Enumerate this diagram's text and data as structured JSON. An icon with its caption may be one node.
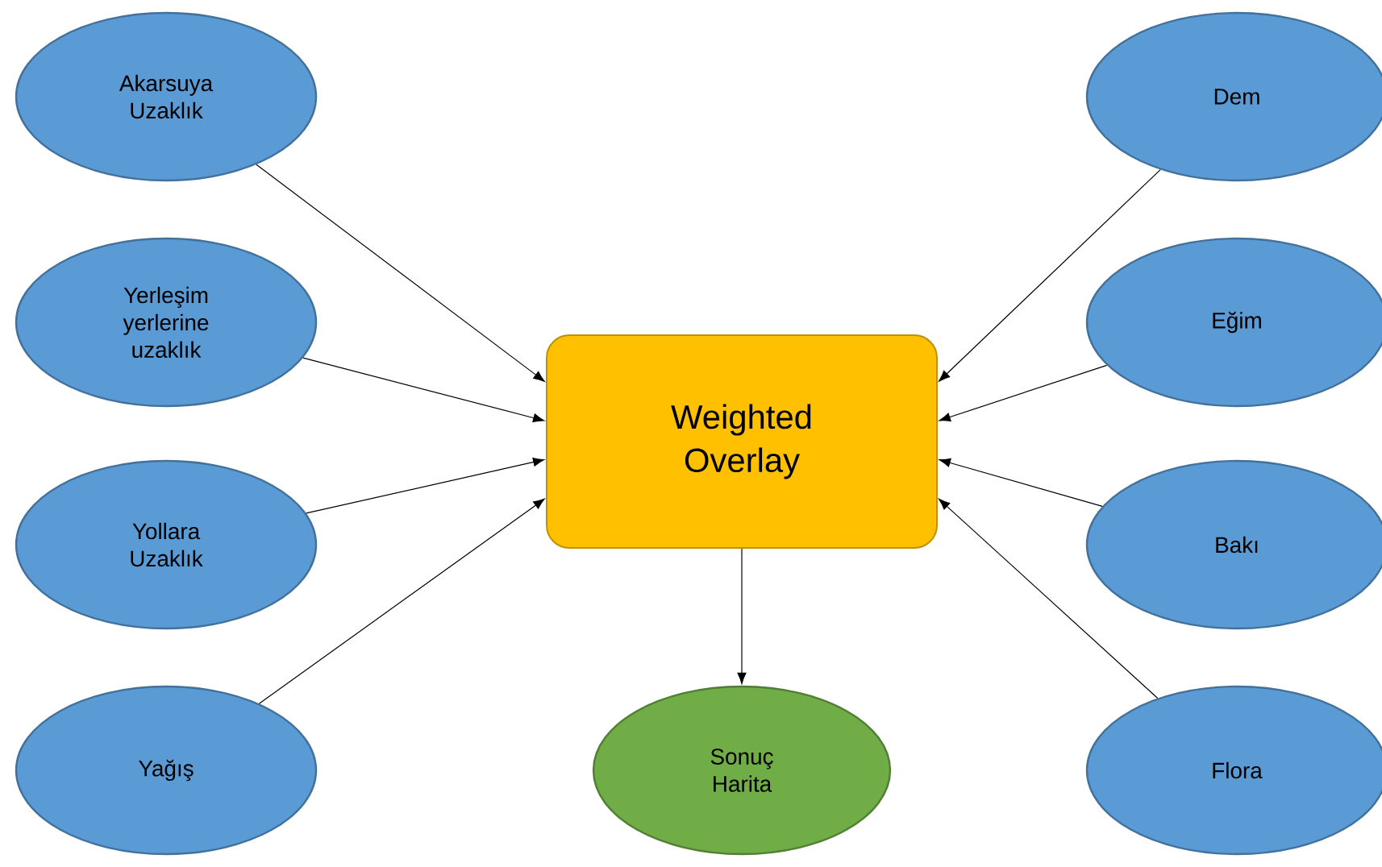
{
  "diagram": {
    "nodes": [
      {
        "text": [
          "Akarsuya Uzaklık"
        ]
      },
      {
        "text": [
          "Yerleşim yerlerine uzaklık"
        ]
      },
      {
        "text": [
          "Yollara Uzaklık"
        ]
      },
      {
        "text": [
          "Yağış"
        ]
      },
      {
        "text": [
          "Weighted Overlay"
        ]
      },
      {
        "text": [
          "Dem"
        ]
      },
      {
        "text": [
          "Eğim"
        ]
      },
      {
        "text": [
          "Bakı"
        ]
      },
      {
        "text": [
          "Flora"
        ]
      },
      {
        "text": [
          "Sonuç Harita"
        ]
      }
    ],
    "edges": [
      {
        "from": 0,
        "to": 4,
        "arrow": "to"
      },
      {
        "from": 1,
        "to": 4,
        "arrow": "to"
      },
      {
        "from": 2,
        "to": 4,
        "arrow": "to"
      },
      {
        "from": 3,
        "to": 4,
        "arrow": "to"
      },
      {
        "from": 5,
        "to": 4,
        "arrow": "to"
      },
      {
        "from": 6,
        "to": 4,
        "arrow": "to"
      },
      {
        "from": 7,
        "to": 4,
        "arrow": "to"
      },
      {
        "from": 8,
        "to": 4,
        "arrow": "to"
      },
      {
        "from": 4,
        "to": 9,
        "arrow": "to"
      }
    ]
  }
}
